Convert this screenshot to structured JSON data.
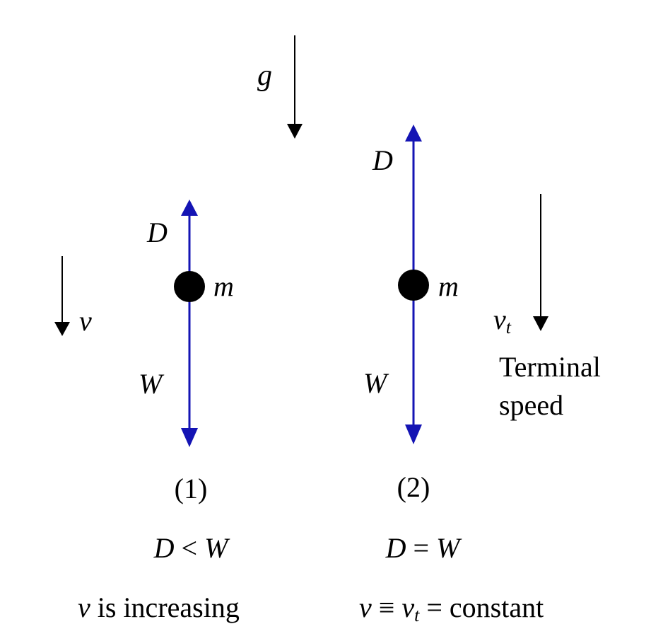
{
  "gravity": {
    "label": "g"
  },
  "case1": {
    "drag_label": "D",
    "weight_label": "W",
    "mass_label": "m",
    "velocity_label": "v",
    "number": "(1)",
    "relation": {
      "lhs": "D",
      "op": " < ",
      "rhs": "W"
    },
    "caption": {
      "var": "v",
      "rest": " is increasing"
    }
  },
  "case2": {
    "drag_label": "D",
    "weight_label": "W",
    "mass_label": "m",
    "velocity_label": {
      "base": "v",
      "sub": "t"
    },
    "terminal_text": [
      "Terminal",
      "speed"
    ],
    "number": "(2)",
    "relation": {
      "lhs": "D",
      "op": " = ",
      "rhs": "W"
    },
    "caption": {
      "v": "v",
      "equiv": " ≡ ",
      "vt": "v",
      "sub": "t",
      "rest": " = constant"
    }
  },
  "colors": {
    "force_arrow": "#1414b4",
    "plain_arrow": "#000000",
    "mass": "#000000"
  }
}
